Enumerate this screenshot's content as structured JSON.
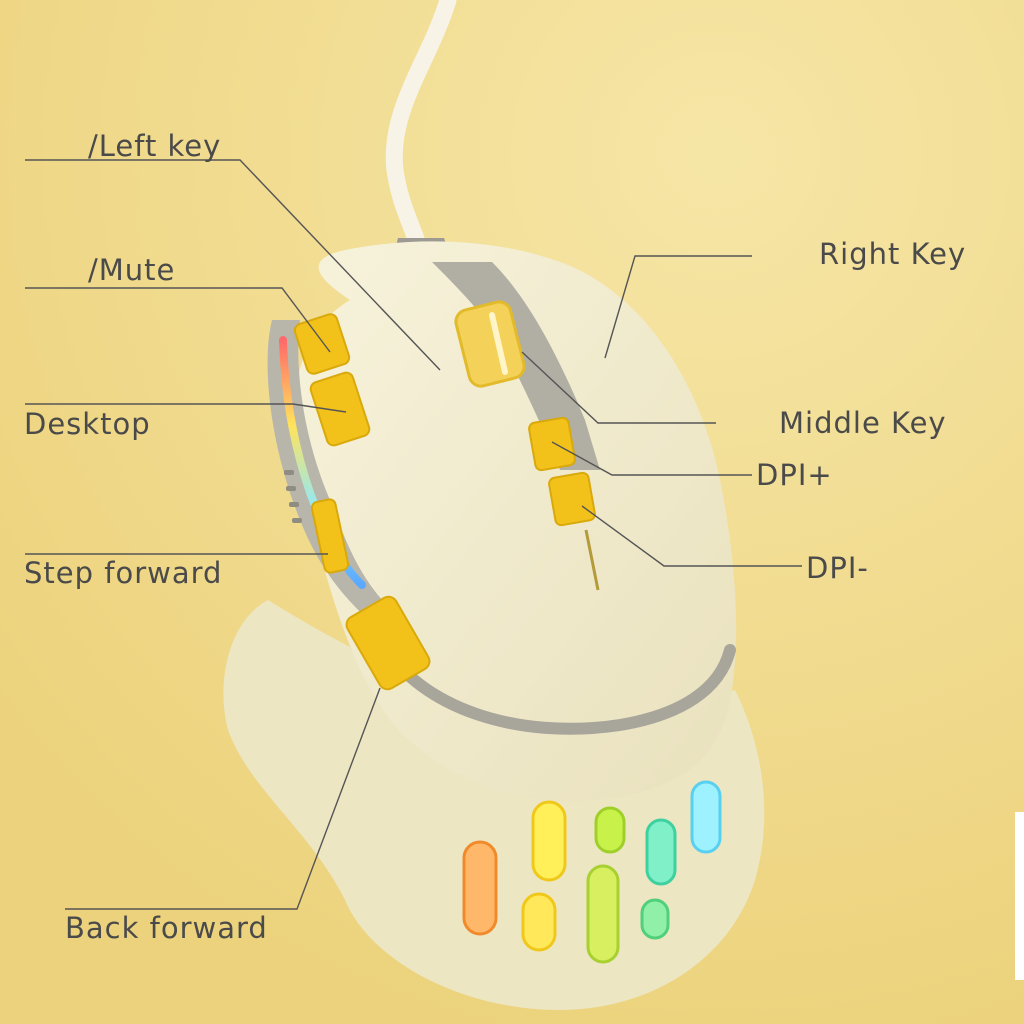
{
  "colors": {
    "background": "#f1dd91",
    "mouse_body": "#f4eed2",
    "accent_yellow": "#f2c21b",
    "trim_gray": "#a4a29a",
    "label_text": "#4a4a4a",
    "leader_line": "#555555"
  },
  "labels": {
    "left_key": "/Left key",
    "mute": "/Mute",
    "desktop": "Desktop",
    "step_forward": "Step forward",
    "back_forward": "Back forward",
    "right_key": "Right Key",
    "middle_key": "Middle Key",
    "dpi_plus": "DPI+",
    "dpi_minus": "DPI-"
  }
}
